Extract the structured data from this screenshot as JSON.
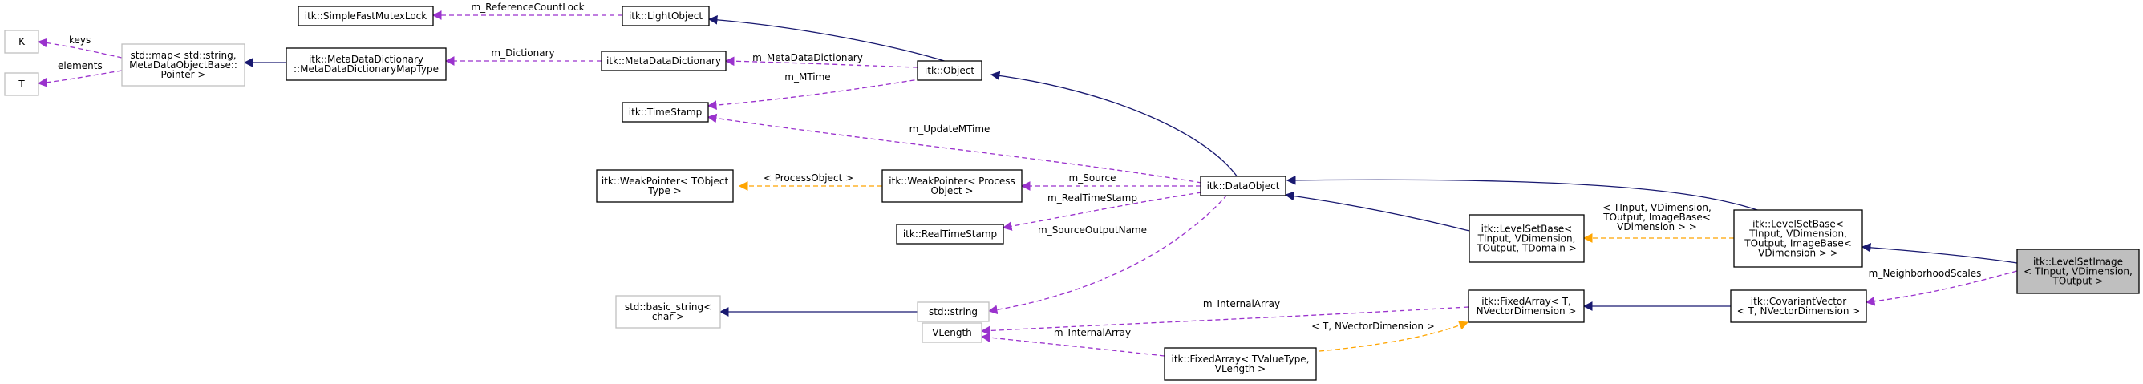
{
  "colors": {
    "inheritance": "#191970",
    "usage": "#9a32cd",
    "template": "#ffa500",
    "node_border": "#000000",
    "node_border_light": "#bfbfbf",
    "highlight_fill": "#bfbfbf"
  },
  "nodes": [
    {
      "id": "K",
      "lines": [
        "K"
      ]
    },
    {
      "id": "T",
      "lines": [
        "T"
      ]
    },
    {
      "id": "map",
      "lines": [
        "std::map< std::string,",
        "MetaDataObjectBase::",
        "Pointer >"
      ]
    },
    {
      "id": "fastmutex",
      "lines": [
        "itk::SimpleFastMutexLock"
      ]
    },
    {
      "id": "lightobject",
      "lines": [
        "itk::LightObject"
      ]
    },
    {
      "id": "mddmaptype",
      "lines": [
        "itk::MetaDataDictionary",
        "::MetaDataDictionaryMapType"
      ]
    },
    {
      "id": "mdd",
      "lines": [
        "itk::MetaDataDictionary"
      ]
    },
    {
      "id": "object",
      "lines": [
        "itk::Object"
      ]
    },
    {
      "id": "timestamp",
      "lines": [
        "itk::TimeStamp"
      ]
    },
    {
      "id": "weakptr_tobj",
      "lines": [
        "itk::WeakPointer< TObject",
        "Type >"
      ]
    },
    {
      "id": "weakptr_proc",
      "lines": [
        "itk::WeakPointer< Process",
        "Object >"
      ]
    },
    {
      "id": "dataobject",
      "lines": [
        "itk::DataObject"
      ]
    },
    {
      "id": "realtimestamp",
      "lines": [
        "itk::RealTimeStamp"
      ]
    },
    {
      "id": "basicstring",
      "lines": [
        "std::basic_string<",
        "char >"
      ]
    },
    {
      "id": "stdstring",
      "lines": [
        "std::string"
      ]
    },
    {
      "id": "lsb_tdomain",
      "lines": [
        "itk::LevelSetBase<",
        "TInput, VDimension,",
        "TOutput, TDomain >"
      ]
    },
    {
      "id": "lsb_image",
      "lines": [
        "itk::LevelSetBase<",
        "TInput, VDimension,",
        "TOutput, ImageBase<",
        "VDimension > >"
      ]
    },
    {
      "id": "lsimage",
      "lines": [
        "itk::LevelSetImage",
        "< TInput, VDimension,",
        "TOutput >"
      ]
    },
    {
      "id": "fixedarray_t",
      "lines": [
        "itk::FixedArray< T,",
        "NVectorDimension >"
      ]
    },
    {
      "id": "covvector",
      "lines": [
        "itk::CovariantVector",
        "< T, NVectorDimension >"
      ]
    },
    {
      "id": "vlength",
      "lines": [
        "VLength"
      ]
    },
    {
      "id": "fixedarray_tv",
      "lines": [
        "itk::FixedArray< TValueType,",
        "VLength >"
      ]
    }
  ],
  "edges": [
    {
      "id": "e_keys",
      "label": "keys"
    },
    {
      "id": "e_elements",
      "label": "elements"
    },
    {
      "id": "e_refcount",
      "label": "m_ReferenceCountLock"
    },
    {
      "id": "e_dictionary",
      "label": "m_Dictionary"
    },
    {
      "id": "e_mdd_obj",
      "label": "m_MetaDataDictionary"
    },
    {
      "id": "e_mtime",
      "label": "m_MTime"
    },
    {
      "id": "e_updatemtime",
      "label": "m_UpdateMTime"
    },
    {
      "id": "e_procobj",
      "label": "< ProcessObject >"
    },
    {
      "id": "e_source",
      "label": "m_Source"
    },
    {
      "id": "e_realtime",
      "label": "m_RealTimeStamp"
    },
    {
      "id": "e_sourceoutput",
      "label": "m_SourceOutputName"
    },
    {
      "id": "e_lsb_tmpl",
      "label": "< TInput, VDimension,\nTOutput, ImageBase<\nVDimension > >"
    },
    {
      "id": "e_nbscales",
      "label": "m_NeighborhoodScales"
    },
    {
      "id": "e_intarray1",
      "label": "m_InternalArray"
    },
    {
      "id": "e_intarray2",
      "label": "m_InternalArray"
    },
    {
      "id": "e_fa_tmpl",
      "label": "< T, NVectorDimension >"
    }
  ]
}
